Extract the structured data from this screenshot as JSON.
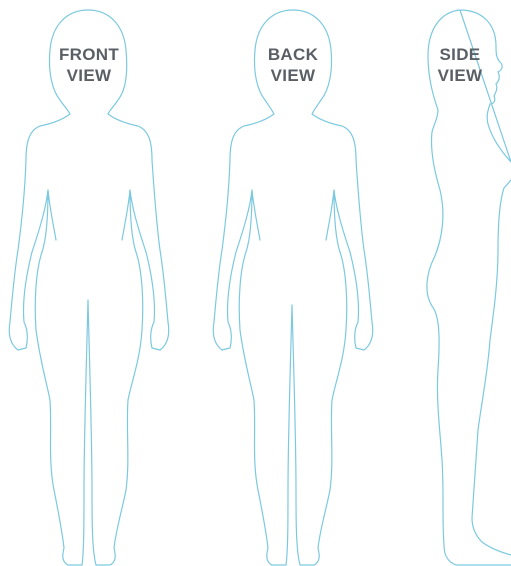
{
  "figures": [
    {
      "id": "front",
      "label_line1": "FRONT",
      "label_line2": "VIEW",
      "pose": "front"
    },
    {
      "id": "back",
      "label_line1": "BACK",
      "label_line2": "VIEW",
      "pose": "back"
    },
    {
      "id": "side",
      "label_line1": "SIDE",
      "label_line2": "VIEW",
      "pose": "side"
    }
  ],
  "colors": {
    "outline": "#7cc9df",
    "label": "#5a5f66",
    "background": "#ffffff"
  }
}
